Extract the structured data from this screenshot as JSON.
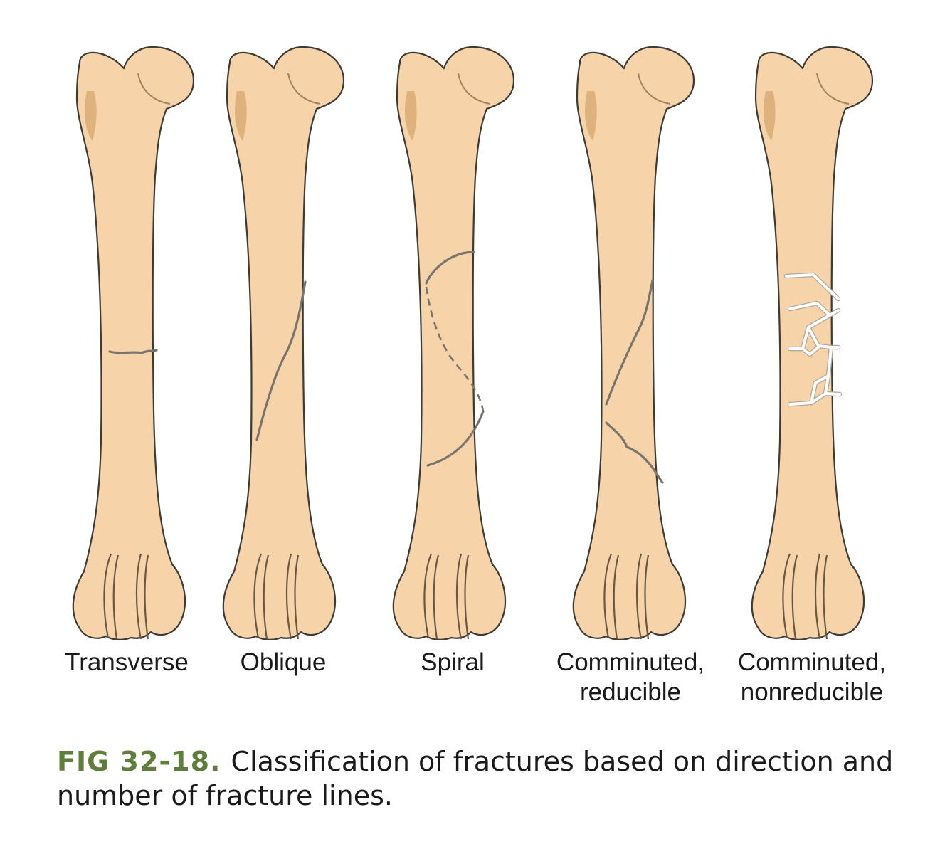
{
  "figure": {
    "bones": [
      {
        "key": "transverse",
        "label_lines": [
          "Transverse"
        ]
      },
      {
        "key": "oblique",
        "label_lines": [
          "Oblique"
        ]
      },
      {
        "key": "spiral",
        "label_lines": [
          "Spiral"
        ]
      },
      {
        "key": "comminuted-reducible",
        "label_lines": [
          "Comminuted,",
          "reducible"
        ]
      },
      {
        "key": "comminuted-nonreducible",
        "label_lines": [
          "Comminuted,",
          "nonreducible"
        ]
      }
    ],
    "caption": {
      "number": "FIG 32-18.",
      "text": "Classification of fractures based on direction and number of fracture lines."
    },
    "colors": {
      "bone_fill": "#f6d3a8",
      "bone_shade": "#d8ab75",
      "outline": "#3e3a34",
      "fracture_line": "#7a756c",
      "caption_number": "#5f7d3b"
    }
  }
}
